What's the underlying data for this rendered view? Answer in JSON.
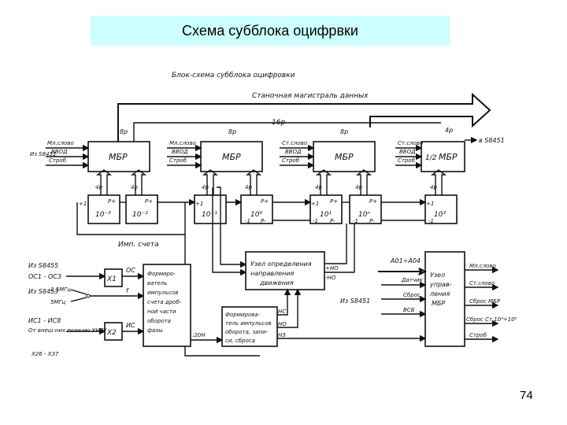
{
  "slide": {
    "title": "Схема субблока оцифрвки",
    "page_number": "74"
  },
  "diagram": {
    "caption": "Блок-схема субблока оцифровки",
    "bus_label": "Станочная магистраль данных",
    "bus_width": "16р",
    "bit8": "8р",
    "bit4": "4р",
    "to_out": "в S8451",
    "from_left": "Из S8451",
    "mbr": "МБР",
    "half": "1/2",
    "sig_word": "Мл.слово",
    "sig_word2": "Ст.слово",
    "sig_vvod": "ВВОД",
    "sig_strob": "Строб",
    "plus1": "+1",
    "minus1": "-1",
    "p_plus": "P+",
    "p_minus": "P-",
    "counters": [
      "10⁻³",
      "10⁻²",
      "10⁻¹",
      "10⁰",
      "10¹",
      "10ⁿ",
      "10³"
    ],
    "imp_label": "Имп. счета",
    "direction_block": "Узел определения направления движения",
    "plus_no": "+НО",
    "minus_no": "-НО",
    "former_phase": "Формиро-ватель импульсов счета дробной части оборота фазы",
    "former_turn": "Формирова-тель импульсов оборота, запи-си, сброса",
    "control_block": "Узел управ-ления МБР",
    "in_s8455": "Из S8455",
    "oc": "ОС1 - ОС3",
    "x1": "X1",
    "x2": "X2",
    "oc_label": "ОС",
    "f_label": "f",
    "in_s8453": "Из S8453",
    "mhz25": "2,5МГц",
    "mhz5": "5МГц",
    "ic": "ИС1 - ИС8",
    "ext": "От внеш-них пози-мо УЧПУ",
    "x26": "Х26 - Х37",
    "ic_label": "ИС",
    "div20": ":20Н",
    "nc": "НС",
    "no": "НО",
    "nz": "НЗ",
    "a01": "А01÷А04",
    "datchik": "Датчик",
    "sbros": "Сброс",
    "vsb": "ВСБ",
    "out_mb": "Мл.слово",
    "out_st": "Ст.слово",
    "out_sbros": "Сброс МБР",
    "out_sbros_st": "Сброс Ст.10⁴÷10⁵",
    "out_strob": "Строб"
  }
}
